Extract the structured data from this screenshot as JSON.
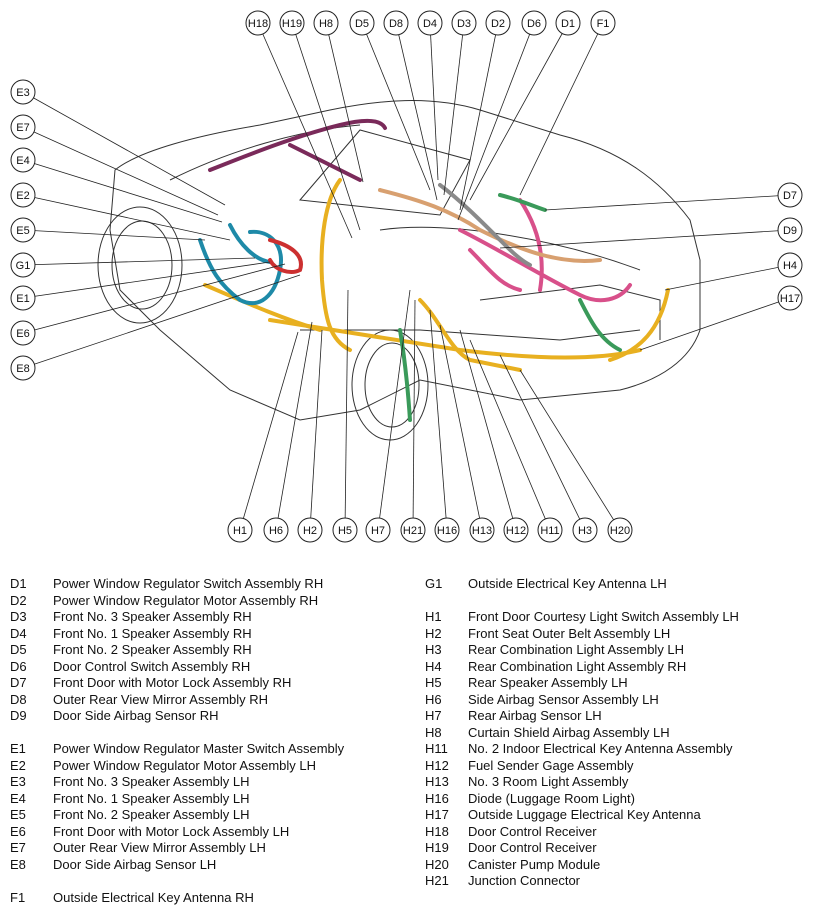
{
  "callouts": {
    "top": [
      "H18",
      "H19",
      "H8",
      "D5",
      "D8",
      "D4",
      "D3",
      "D2",
      "D6",
      "D1",
      "F1"
    ],
    "left": [
      "E3",
      "E7",
      "E4",
      "E2",
      "E5",
      "G1",
      "E1",
      "E6",
      "E8"
    ],
    "right": [
      "D7",
      "D9",
      "H4",
      "H17"
    ],
    "bottom": [
      "H1",
      "H6",
      "H2",
      "H5",
      "H7",
      "H21",
      "H16",
      "H13",
      "H12",
      "H11",
      "H3",
      "H20"
    ]
  },
  "legend_left": [
    {
      "code": "D1",
      "name": "Power Window Regulator Switch Assembly RH"
    },
    {
      "code": "D2",
      "name": "Power Window Regulator Motor Assembly RH"
    },
    {
      "code": "D3",
      "name": "Front No. 3 Speaker Assembly RH"
    },
    {
      "code": "D4",
      "name": "Front No. 1 Speaker Assembly RH"
    },
    {
      "code": "D5",
      "name": "Front No. 2 Speaker Assembly RH"
    },
    {
      "code": "D6",
      "name": "Door Control Switch Assembly RH"
    },
    {
      "code": "D7",
      "name": "Front Door with Motor Lock Assembly RH"
    },
    {
      "code": "D8",
      "name": "Outer Rear View Mirror Assembly RH"
    },
    {
      "code": "D9",
      "name": "Door Side Airbag Sensor RH"
    },
    {
      "code": "",
      "name": ""
    },
    {
      "code": "E1",
      "name": "Power Window Regulator Master Switch Assembly"
    },
    {
      "code": "E2",
      "name": "Power Window Regulator Motor Assembly LH"
    },
    {
      "code": "E3",
      "name": "Front No. 3 Speaker Assembly LH"
    },
    {
      "code": "E4",
      "name": "Front No. 1 Speaker Assembly LH"
    },
    {
      "code": "E5",
      "name": "Front No. 2 Speaker Assembly LH"
    },
    {
      "code": "E6",
      "name": "Front Door with Motor Lock Assembly LH"
    },
    {
      "code": "E7",
      "name": "Outer Rear View Mirror Assembly LH"
    },
    {
      "code": "E8",
      "name": "Door Side Airbag Sensor LH"
    },
    {
      "code": "",
      "name": ""
    },
    {
      "code": "F1",
      "name": "Outside Electrical Key Antenna RH"
    }
  ],
  "legend_right": [
    {
      "code": "G1",
      "name": "Outside Electrical Key Antenna LH"
    },
    {
      "code": "",
      "name": ""
    },
    {
      "code": "H1",
      "name": "Front Door Courtesy Light Switch Assembly LH"
    },
    {
      "code": "H2",
      "name": "Front Seat Outer Belt Assembly LH"
    },
    {
      "code": "H3",
      "name": "Rear Combination Light Assembly LH"
    },
    {
      "code": "H4",
      "name": "Rear Combination Light Assembly RH"
    },
    {
      "code": "H5",
      "name": "Rear Speaker Assembly LH"
    },
    {
      "code": "H6",
      "name": "Side Airbag Sensor Assembly LH"
    },
    {
      "code": "H7",
      "name": "Rear Airbag Sensor LH"
    },
    {
      "code": "H8",
      "name": "Curtain Shield Airbag Assembly LH"
    },
    {
      "code": "H11",
      "name": "No. 2 Indoor Electrical Key Antenna Assembly"
    },
    {
      "code": "H12",
      "name": "Fuel Sender Gage Assembly"
    },
    {
      "code": "H13",
      "name": "No. 3 Room Light Assembly"
    },
    {
      "code": "H16",
      "name": "Diode (Luggage Room Light)"
    },
    {
      "code": "H17",
      "name": "Outside Luggage Electrical Key Antenna"
    },
    {
      "code": "H18",
      "name": "Door Control Receiver"
    },
    {
      "code": "H19",
      "name": "Door Control Receiver"
    },
    {
      "code": "H20",
      "name": "Canister Pump Module"
    },
    {
      "code": "H21",
      "name": "Junction Connector"
    }
  ],
  "colors": {
    "yellow_harness": "#e8b020",
    "teal_harness": "#1e8aa8",
    "pink_harness": "#d8508a",
    "purple_harness": "#7a2a5a",
    "green_harness": "#3a9a5a",
    "grey_harness": "#8a8a8a",
    "tan_harness": "#d8a070",
    "red_harness": "#cc3030"
  }
}
